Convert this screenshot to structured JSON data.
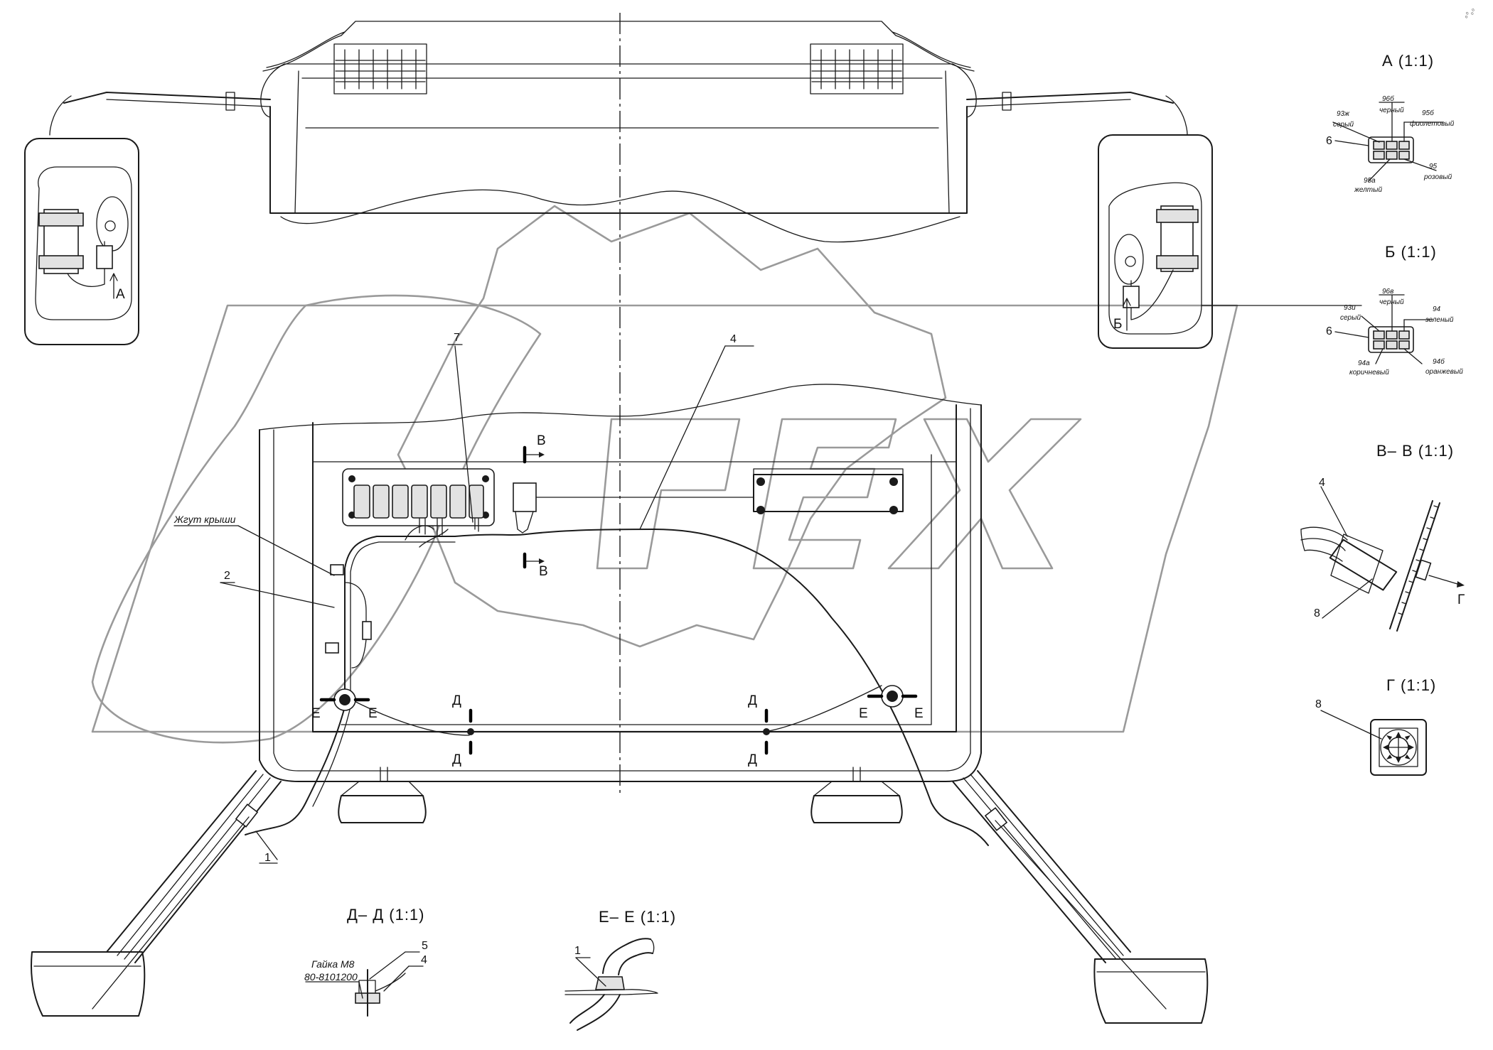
{
  "corner_code": "ₒ⁰ ₒ⁰",
  "watermark": "OPEX",
  "views": {
    "a": "А (1:1)",
    "b": "Б (1:1)",
    "vv": "В– В (1:1)",
    "g": "Г (1:1)",
    "dd": "Д– Д (1:1)",
    "ee": "Е– Е (1:1)"
  },
  "connector_a": {
    "pos": "6",
    "wires": [
      {
        "code": "96б",
        "color": "черный"
      },
      {
        "code": "95б",
        "color": "фиолетовый"
      },
      {
        "code": "93ж",
        "color": "серый"
      },
      {
        "code": "95",
        "color": "розовый"
      },
      {
        "code": "95а",
        "color": "желтый"
      }
    ]
  },
  "connector_b": {
    "pos": "6",
    "wires": [
      {
        "code": "96в",
        "color": "черный"
      },
      {
        "code": "94",
        "color": "зеленый"
      },
      {
        "code": "93и",
        "color": "серый"
      },
      {
        "code": "94а",
        "color": "коричневый"
      },
      {
        "code": "94б",
        "color": "оранжевый"
      }
    ]
  },
  "section_vv": {
    "pos_top": "4",
    "pos_bottom": "8",
    "arrow": "Г"
  },
  "section_g": {
    "pos": "8"
  },
  "section_dd": {
    "nut_label": "Гайка М8",
    "nut_code": "80-8101200",
    "pos_top": "5",
    "pos_side": "4"
  },
  "section_ee": {
    "pos": "1"
  },
  "main": {
    "callout_roof": "Жгут крыши",
    "callout_2": "2",
    "callout_7": "7",
    "callout_4": "4",
    "callout_1": "1",
    "arrow_a": "А",
    "arrow_b": "Б",
    "cut_v_top": "В",
    "cut_v_bottom": "В",
    "cut_d_left_top": "Д",
    "cut_d_left_bottom": "Д",
    "cut_d_right_top": "Д",
    "cut_d_right_bottom": "Д",
    "cut_e_l1": "Е",
    "cut_e_l2": "Е",
    "cut_e_r1": "Е",
    "cut_e_r2": "Е"
  }
}
